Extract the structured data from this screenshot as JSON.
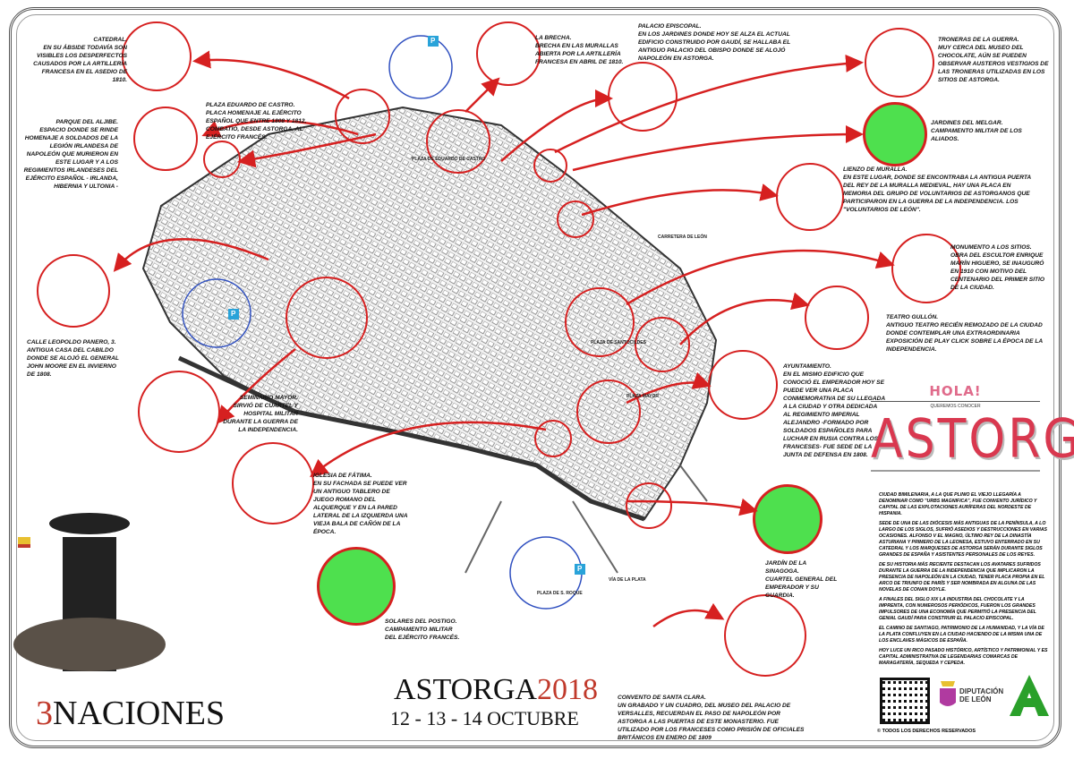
{
  "poster": {
    "hello": "HOLA!",
    "subtitle": "QUEREMOS CONOCER",
    "city": "ASTORGA",
    "event_name": "ASTORGA",
    "event_year": "2018",
    "event_dates": "12 - 13 - 14 OCTUBRE",
    "brand_number": "3",
    "brand_word": "NACIONES",
    "rights": "© TODOS LOS DERECHOS RESERVADOS",
    "sponsor": "DIPUTACIÓN DE LEÓN",
    "colors": {
      "accent_red": "#d9384f",
      "pink": "#e06b8b",
      "green": "#2aa02a",
      "camp_green": "#4ee04e"
    }
  },
  "callouts": [
    {
      "title": "CATEDRAL.",
      "text": "EN SU ÁBSIDE TODAVÍA SON VISIBLES LOS DESPERFECTOS CAUSADOS POR LA ARTILLERÍA FRANCESA EN EL ASEDIO DE 1810."
    },
    {
      "title": "PARQUE DEL ALJIBE.",
      "text": "ESPACIO DONDE SE RINDE HOMENAJE A SOLDADOS DE LA LEGIÓN IRLANDESA DE NAPOLEÓN QUE MURIERON EN ESTE LUGAR Y A LOS REGIMIENTOS IRLANDESES DEL EJÉRCITO ESPAÑOL - IRLANDA, HIBERNIA Y ULTONIA -"
    },
    {
      "title": "PLAZA EDUARDO DE CASTRO.",
      "text": "PLACA HOMENAJE AL EJÉRCITO ESPAÑOL QUE ENTRE 1808 Y 1812, COMBATIÓ, DESDE ASTORGA, AL EJÉRCITO FRANCÉS."
    },
    {
      "title": "LA BRECHA.",
      "text": "BRECHA EN LAS MURALLAS ABIERTA POR LA ARTILLERÍA FRANCESA EN ABRIL DE 1810."
    },
    {
      "title": "PALACIO EPISCOPAL.",
      "text": "EN LOS JARDINES DONDE HOY SE ALZA EL ACTUAL EDIFICIO CONSTRUIDO POR GAUDÍ, SE HALLABA EL ANTIGUO PALACIO DEL OBISPO DONDE SE ALOJÓ NAPOLEÓN EN ASTORGA."
    },
    {
      "title": "TRONERAS DE LA GUERRA.",
      "text": "MUY CERCA DEL MUSEO DEL CHOCOLATE, AÚN SE PUEDEN OBSERVAR AUSTEROS VESTIGIOS DE LAS TRONERAS UTILIZADAS EN LOS SITIOS DE ASTORGA."
    },
    {
      "title": "JARDINES DEL MELGAR.",
      "text": "CAMPAMENTO MILITAR DE LOS ALIADOS."
    },
    {
      "title": "LIENZO DE MURALLA.",
      "text": "EN ESTE LUGAR, DONDE SE ENCONTRABA LA ANTIGUA PUERTA DEL REY DE LA MURALLA MEDIEVAL, HAY UNA PLACA EN MEMORIA DEL GRUPO DE VOLUNTARIOS DE ASTORGANOS QUE PARTICIPARON EN LA GUERRA DE LA INDEPENDENCIA. LOS \"VOLUNTARIOS DE LEÓN\"."
    },
    {
      "title": "MONUMENTO A LOS SITIOS.",
      "text": "OBRA DEL ESCULTOR ENRIQUE MARÍN HIGUERO, SE INAUGURÓ EN 1910 CON MOTIVO DEL CENTENARIO DEL PRIMER SITIO DE LA CIUDAD."
    },
    {
      "title": "TEATRO GULLÓN.",
      "text": "ANTIGUO TEATRO RECIÉN REMOZADO DE LA CIUDAD DONDE CONTEMPLAR UNA EXTRAORDINARIA EXPOSICIÓN DE PLAY CLICK SOBRE LA ÉPOCA DE LA INDEPENDENCIA."
    },
    {
      "title": "AYUNTAMIENTO.",
      "text": "EN EL MISMO EDIFICIO QUE CONOCIÓ EL EMPERADOR HOY SE PUEDE VER UNA PLACA CONMEMORATIVA DE SU LLEGADA A LA CIUDAD Y OTRA DEDICADA AL REGIMIENTO IMPERIAL ALEJANDRO -FORMADO POR SOLDADOS ESPAÑOLES PARA LUCHAR EN RUSIA CONTRA LOS FRANCESES- FUE SEDE DE LA JUNTA DE DEFENSA EN 1808."
    },
    {
      "title": "CALLE LEOPOLDO PANERO, 3.",
      "text": "ANTIGUA CASA DEL CABILDO DONDE SE ALOJÓ EL GENERAL JOHN MOORE EN EL INVIERNO DE 1808."
    },
    {
      "title": "SEMINARIO MAYOR.",
      "text": "SIRVIÓ DE CUARTEL Y HOSPITAL MILITAR DURANTE LA GUERRA DE LA INDEPENDENCIA."
    },
    {
      "title": "IGLESIA DE FÁTIMA.",
      "text": "EN SU FACHADA SE PUEDE VER UN ANTIGUO TABLERO DE JUEGO ROMANO DEL ALQUERQUE Y EN LA PARED LATERAL DE LA IZQUIERDA UNA VIEJA BALA DE CAÑÓN DE LA ÉPOCA."
    },
    {
      "title": "JARDÍN DE LA SINAGOGA.",
      "text": "CUARTEL GENERAL DEL EMPERADOR Y SU GUARDIA."
    },
    {
      "title": "SOLARES DEL POSTIGO.",
      "text": "CAMPAMENTO MILITAR DEL EJÉRCITO FRANCÉS."
    },
    {
      "title": "CONVENTO DE SANTA CLARA.",
      "text": "UN GRABADO Y UN CUADRO, DEL MUSEO DEL PALACIO DE VERSALLES, RECUERDAN EL PASO DE NAPOLEÓN POR ASTORGA A LAS PUERTAS DE ESTE MONASTERIO. FUE UTILIZADO POR LOS FRANCESES COMO PRISIÓN DE OFICIALES BRITÁNICOS EN ENERO DE 1809"
    }
  ],
  "map_labels": [
    "PLAZA MAYOR",
    "PLAZA DE SANTOCILDES",
    "PLAZA DE S. ROQUE",
    "VÍA DE LA PLATA",
    "CARRETERA DE LEÓN",
    "PLAZA DE EDUARDO DE CASTRO"
  ],
  "parking_label": "P",
  "paragraphs": [
    "CIUDAD BIMILENARIA, A LA QUE PLINIO EL VIEJO LLEGARÍA A DENOMINAR COMO \"URBS MAGNIFICA\", FUE CONVENTO JURÍDICO Y CAPITAL DE LAS EXPLOTACIONES AURÍFERAS DEL NORDESTE DE HISPANIA.",
    "SEDE DE UNA DE LAS DIÓCESIS MÁS ANTIGUAS DE LA PENÍNSULA, A LO LARGO DE LOS SIGLOS, SUFRIÓ ASEDIOS Y DESTRUCCIONES EN VARIAS OCASIONES. ALFONSO V EL MAGNO, ÚLTIMO REY DE LA DINASTÍA ASTURIANA Y PRIMERO DE LA LEONESA, ESTUVO ENTERRADO EN SU CATEDRAL Y LOS MARQUESES DE ASTORGA SERÁN DURANTE SIGLOS GRANDES DE ESPAÑA Y ASISTENTES PERSONALES DE LOS REYES.",
    "DE SU HISTORIA MÁS RECIENTE DESTACAN LOS AVATARES SUFRIDOS DURANTE LA GUERRA DE LA INDEPENDENCIA QUE IMPLICARON LA PRESENCIA DE NAPOLEÓN EN LA CIUDAD, TENER PLACA PROPIA EN EL ARCO DE TRIUNFO DE PARÍS Y SER NOMBRADA EN ALGUNA DE LAS NOVELAS DE CONAN DOYLE.",
    "A FINALES DEL SIGLO XIX LA INDUSTRIA DEL CHOCOLATE Y LA IMPRENTA, CON NUMEROSOS PERIÓDICOS, FUERON LOS GRANDES IMPULSORES DE UNA ECONOMÍA QUE PERMITIÓ LA PRESENCIA DEL GENIAL GAUDÍ PARA CONSTRUIR EL PALACIO EPISCOPAL.",
    "EL CAMINO DE SANTIAGO, PATRIMONIO DE LA HUMANIDAD, Y LA VÍA DE LA PLATA CONFLUYEN EN LA CIUDAD HACIENDO DE LA MISMA UNA DE LOS ENCLAVES MÁGICOS DE ESPAÑA.",
    "HOY LUCE UN RICO PASADO HISTÓRICO, ARTÍSTICO Y PATRIMONIAL Y ES CAPITAL ADMINISTRATIVA DE LEGENDARIAS COMARCAS DE MARAGATERÍA, SEQUEDA Y CEPEDA."
  ]
}
